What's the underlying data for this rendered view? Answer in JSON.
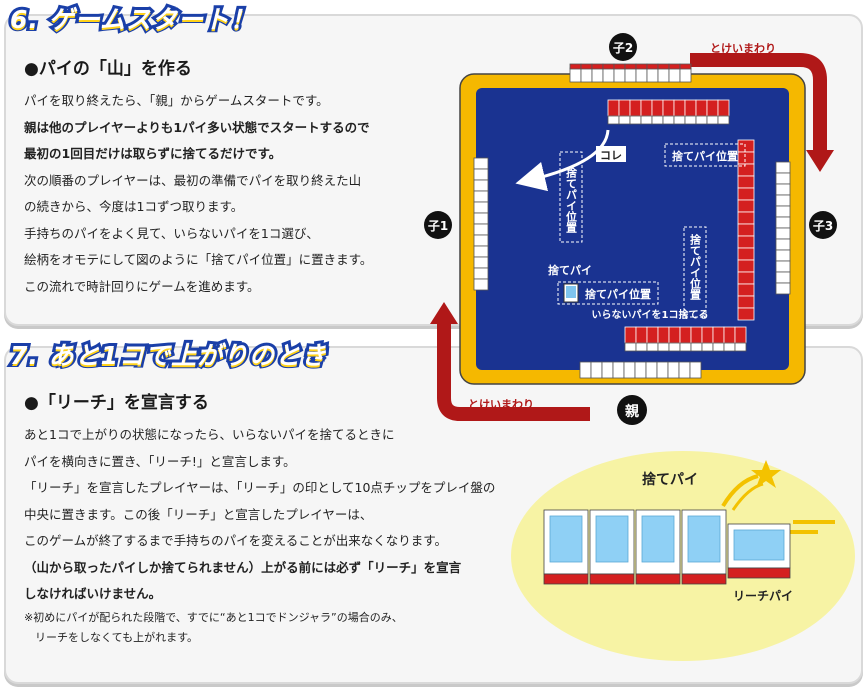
{
  "section6": {
    "heading": "6. ゲームスタート！",
    "subheading": "●パイの「山」を作る",
    "paragraphs": [
      "パイを取り終えたら、「親」からゲームスタートです。",
      "親は他のプレイヤーよりも1パイ多い状態でスタートするので",
      "最初の1回目だけは取らずに捨てるだけです。",
      "次の順番のプレイヤーは、最初の準備でパイを取り終えた山",
      "の続きから、今度は1コずつ取ります。",
      "手持ちのパイをよく見て、いらないパイを1コ選び、",
      "絵柄をオモテにして図のように「捨てパイ位置」に置きます。",
      "この流れで時計回りにゲームを進めます。"
    ]
  },
  "section7": {
    "heading": "7. あと1コで上がりのとき",
    "subheading": "●「リーチ」を宣言する",
    "paragraphs": [
      "あと1コで上がりの状態になったら、いらないパイを捨てるときに",
      "パイを横向きに置き、「リーチ!」と宣言します。",
      "「リーチ」を宣言したプレイヤーは、「リーチ」の印として10点チップをプレイ盤の",
      "中央に置きます。この後「リーチ」と宣言したプレイヤーは、",
      "このゲームが終了するまで手持ちのパイを変えることが出来なくなります。",
      "（山から取ったパイしか捨てられません）上がる前には必ず「リーチ」を宣言",
      "しなければいけません。"
    ],
    "notes": [
      "※初めにパイが配られた段階で、すでに“あと1コでドンジャラ”の場合のみ、",
      "　リーチをしなくても上がれます。"
    ]
  },
  "board": {
    "players": {
      "top": "子2",
      "left": "子1",
      "right": "子3",
      "bottom": "親"
    },
    "arrow_top": "とけいまわり",
    "arrow_bottom": "とけいまわり",
    "kore": "コレ",
    "discard_top": "捨てパイ位置",
    "discard_left": "捨てパイ位置",
    "discard_right": "捨てパイ位置",
    "discard_bottom": "捨てパイ位置",
    "discard_tile": "捨てパイ",
    "discard_one": "いらないパイを1コ捨てる"
  },
  "riichi_figure": {
    "label_discard": "捨てパイ",
    "label_riichi": "リーチパイ"
  },
  "colors": {
    "heading_blue": "#1a3fa8",
    "board_blue": "#1a3391",
    "frame_yellow": "#f5b800",
    "tile_red": "#d42020",
    "arrow_red": "#b01818",
    "ellipse_yellow": "#f7f3a4"
  }
}
